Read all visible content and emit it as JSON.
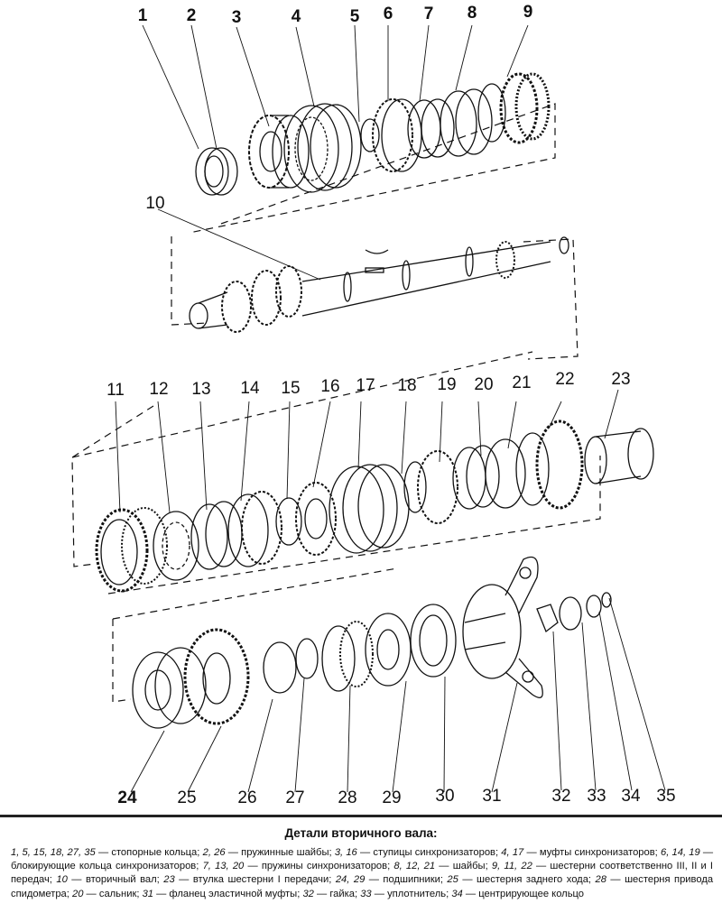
{
  "figure": {
    "callouts": [
      "1",
      "2",
      "3",
      "4",
      "5",
      "6",
      "7",
      "8",
      "9",
      "10",
      "11",
      "12",
      "13",
      "14",
      "15",
      "16",
      "17",
      "18",
      "19",
      "20",
      "21",
      "22",
      "23",
      "24",
      "25",
      "26",
      "27",
      "28",
      "29",
      "30",
      "31",
      "32",
      "33",
      "34",
      "35"
    ],
    "colors": {
      "ink": "#111111",
      "paper": "#ffffff"
    }
  },
  "caption": {
    "title": "Детали вторичного вала:",
    "entries": [
      {
        "nums": "1, 5, 15, 18, 27, 35",
        "text": "стопорные кольца;"
      },
      {
        "nums": "2, 26",
        "text": "пружинные шайбы;"
      },
      {
        "nums": "3, 16",
        "text": "ступицы синхронизаторов;"
      },
      {
        "nums": "4, 17",
        "text": "муфты синхронизаторов;"
      },
      {
        "nums": "6, 14, 19",
        "text": "блокирующие кольца синхронизаторов;"
      },
      {
        "nums": "7, 13, 20",
        "text": "пружины синхронизаторов;"
      },
      {
        "nums": "8, 12, 21",
        "text": "шайбы;"
      },
      {
        "nums": "9, 11, 22",
        "text": "шестерни соответственно III, II и I передач;"
      },
      {
        "nums": "10",
        "text": "вторичный вал;"
      },
      {
        "nums": "23",
        "text": "втулка шестерни I передачи;"
      },
      {
        "nums": "24, 29",
        "text": "подшипники;"
      },
      {
        "nums": "25",
        "text": "шестерня заднего хода;"
      },
      {
        "nums": "28",
        "text": "шестерня привода спидометра;"
      },
      {
        "nums": "20",
        "text": "сальник;"
      },
      {
        "nums": "31",
        "text": "фланец эластичной муфты;"
      },
      {
        "nums": "32",
        "text": "гайка;"
      },
      {
        "nums": "33",
        "text": "уплотнитель;"
      },
      {
        "nums": "34",
        "text": "центрирующее кольцо"
      }
    ],
    "dash": "—"
  }
}
